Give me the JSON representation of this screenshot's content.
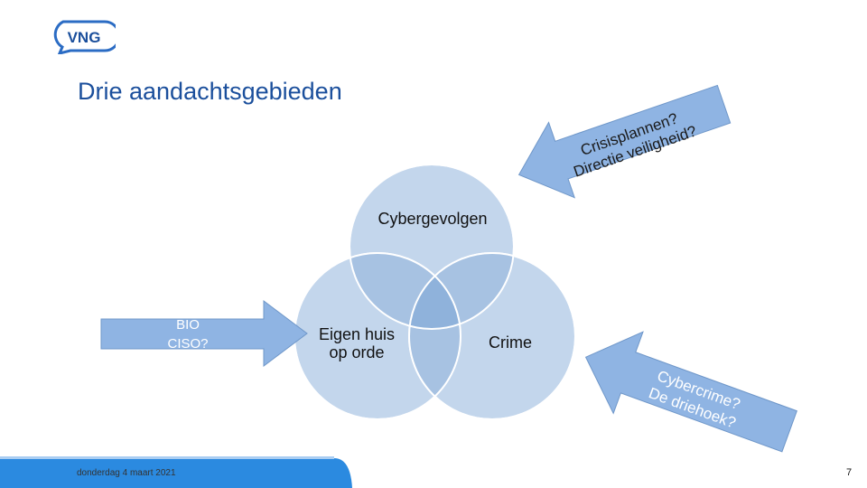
{
  "header": {
    "logo_text": "VNG",
    "title": "Drie aandachtsgebieden"
  },
  "diagram": {
    "circles": [
      {
        "label": "Cybergevolgen"
      },
      {
        "label_line1": "Eigen huis",
        "label_line2": "op orde"
      },
      {
        "label": "Crime"
      }
    ],
    "arrows": [
      {
        "lines": [
          "BIO",
          "CISO?"
        ]
      },
      {
        "lines": [
          "Crisisplannen?",
          "Directie veiligheid?"
        ]
      },
      {
        "lines": [
          "Cybercrime?",
          "De driehoek?"
        ]
      }
    ],
    "colors": {
      "circle_fill": "#c3d6ec",
      "circle_edge": "#ffffff",
      "overlap": "#8fb2db",
      "arrow_fill": "#8fb4e3",
      "arrow_edge": "#6f97c9",
      "title": "#1b4f9c",
      "footer_accent": "#2b8ae0"
    }
  },
  "footer": {
    "date": "donderdag 4 maart 2021",
    "page_number": "7"
  }
}
